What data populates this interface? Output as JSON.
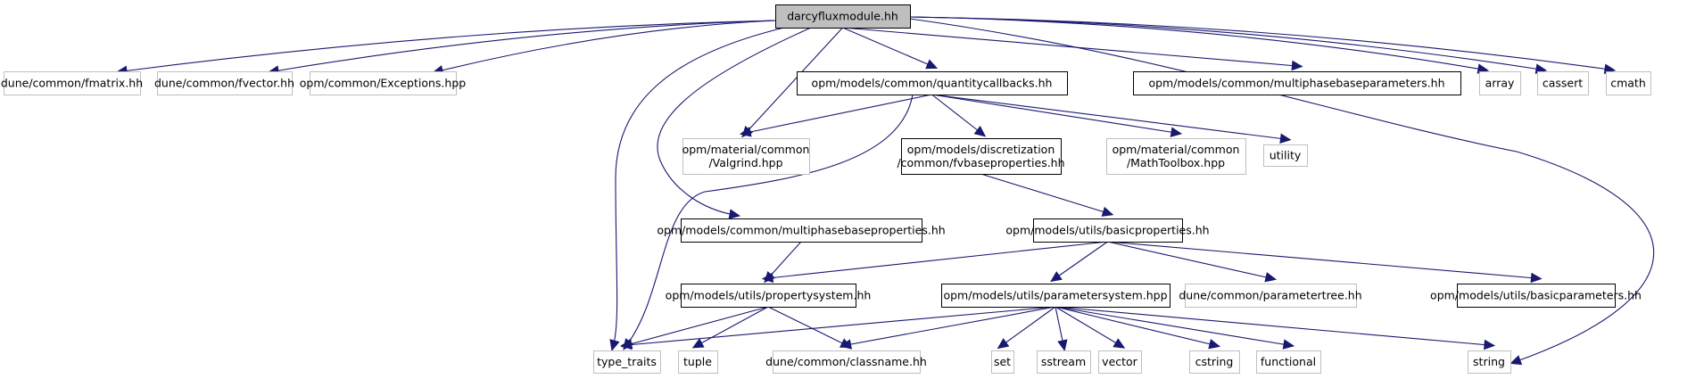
{
  "title": "darcyfluxmodule.hh include dependency graph",
  "colors": {
    "edge": "#191970",
    "root_fill": "#bfbfbf",
    "documented_border": "#000000",
    "external_border": "#bfbfbf"
  },
  "nodes": [
    {
      "id": "root",
      "lines": [
        "darcyfluxmodule.hh"
      ],
      "kind": "root"
    },
    {
      "id": "fmatrix",
      "lines": [
        "dune/common/fmatrix.hh"
      ],
      "kind": "ext"
    },
    {
      "id": "fvector",
      "lines": [
        "dune/common/fvector.hh"
      ],
      "kind": "ext"
    },
    {
      "id": "exceptions",
      "lines": [
        "opm/common/Exceptions.hpp"
      ],
      "kind": "ext"
    },
    {
      "id": "quantitycallbacks",
      "lines": [
        "opm/models/common/quantitycallbacks.hh"
      ],
      "kind": "doc"
    },
    {
      "id": "mpbaseparams",
      "lines": [
        "opm/models/common/multiphasebaseparameters.hh"
      ],
      "kind": "doc"
    },
    {
      "id": "array",
      "lines": [
        "array"
      ],
      "kind": "ext"
    },
    {
      "id": "cassert",
      "lines": [
        "cassert"
      ],
      "kind": "ext"
    },
    {
      "id": "cmath",
      "lines": [
        "cmath"
      ],
      "kind": "ext"
    },
    {
      "id": "valgrind",
      "lines": [
        "opm/material/common",
        "/Valgrind.hpp"
      ],
      "kind": "ext"
    },
    {
      "id": "fvbaseprops",
      "lines": [
        "opm/models/discretization",
        "/common/fvbaseproperties.hh"
      ],
      "kind": "doc"
    },
    {
      "id": "mathtoolbox",
      "lines": [
        "opm/material/common",
        "/MathToolbox.hpp"
      ],
      "kind": "ext"
    },
    {
      "id": "utility",
      "lines": [
        "utility"
      ],
      "kind": "ext"
    },
    {
      "id": "mpbaseprops",
      "lines": [
        "opm/models/common/multiphasebaseproperties.hh"
      ],
      "kind": "doc"
    },
    {
      "id": "basicprops",
      "lines": [
        "opm/models/utils/basicproperties.hh"
      ],
      "kind": "doc"
    },
    {
      "id": "propsystem",
      "lines": [
        "opm/models/utils/propertysystem.hh"
      ],
      "kind": "doc"
    },
    {
      "id": "paramsystem",
      "lines": [
        "opm/models/utils/parametersystem.hpp"
      ],
      "kind": "doc"
    },
    {
      "id": "paramtree",
      "lines": [
        "dune/common/parametertree.hh"
      ],
      "kind": "ext"
    },
    {
      "id": "basicparams",
      "lines": [
        "opm/models/utils/basicparameters.hh"
      ],
      "kind": "doc"
    },
    {
      "id": "type_traits",
      "lines": [
        "type_traits"
      ],
      "kind": "ext"
    },
    {
      "id": "tuple",
      "lines": [
        "tuple"
      ],
      "kind": "ext"
    },
    {
      "id": "classname",
      "lines": [
        "dune/common/classname.hh"
      ],
      "kind": "ext"
    },
    {
      "id": "set",
      "lines": [
        "set"
      ],
      "kind": "ext"
    },
    {
      "id": "sstream",
      "lines": [
        "sstream"
      ],
      "kind": "ext"
    },
    {
      "id": "vector",
      "lines": [
        "vector"
      ],
      "kind": "ext"
    },
    {
      "id": "cstring",
      "lines": [
        "cstring"
      ],
      "kind": "ext"
    },
    {
      "id": "functional",
      "lines": [
        "functional"
      ],
      "kind": "ext"
    },
    {
      "id": "string",
      "lines": [
        "string"
      ],
      "kind": "ext"
    }
  ],
  "edges": [
    [
      "root",
      "fmatrix"
    ],
    [
      "root",
      "fvector"
    ],
    [
      "root",
      "exceptions"
    ],
    [
      "root",
      "type_traits"
    ],
    [
      "root",
      "mpbaseprops"
    ],
    [
      "root",
      "valgrind"
    ],
    [
      "root",
      "quantitycallbacks"
    ],
    [
      "root",
      "mpbaseparams"
    ],
    [
      "root",
      "array"
    ],
    [
      "root",
      "cassert"
    ],
    [
      "root",
      "cmath"
    ],
    [
      "root",
      "string"
    ],
    [
      "quantitycallbacks",
      "valgrind"
    ],
    [
      "quantitycallbacks",
      "type_traits"
    ],
    [
      "quantitycallbacks",
      "fvbaseprops"
    ],
    [
      "quantitycallbacks",
      "mathtoolbox"
    ],
    [
      "quantitycallbacks",
      "utility"
    ],
    [
      "fvbaseprops",
      "basicprops"
    ],
    [
      "mpbaseprops",
      "propsystem"
    ],
    [
      "basicprops",
      "propsystem"
    ],
    [
      "basicprops",
      "paramsystem"
    ],
    [
      "basicprops",
      "paramtree"
    ],
    [
      "basicprops",
      "basicparams"
    ],
    [
      "propsystem",
      "type_traits"
    ],
    [
      "propsystem",
      "tuple"
    ],
    [
      "propsystem",
      "classname"
    ],
    [
      "paramsystem",
      "type_traits"
    ],
    [
      "paramsystem",
      "classname"
    ],
    [
      "paramsystem",
      "set"
    ],
    [
      "paramsystem",
      "sstream"
    ],
    [
      "paramsystem",
      "vector"
    ],
    [
      "paramsystem",
      "cstring"
    ],
    [
      "paramsystem",
      "functional"
    ],
    [
      "paramsystem",
      "string"
    ]
  ]
}
